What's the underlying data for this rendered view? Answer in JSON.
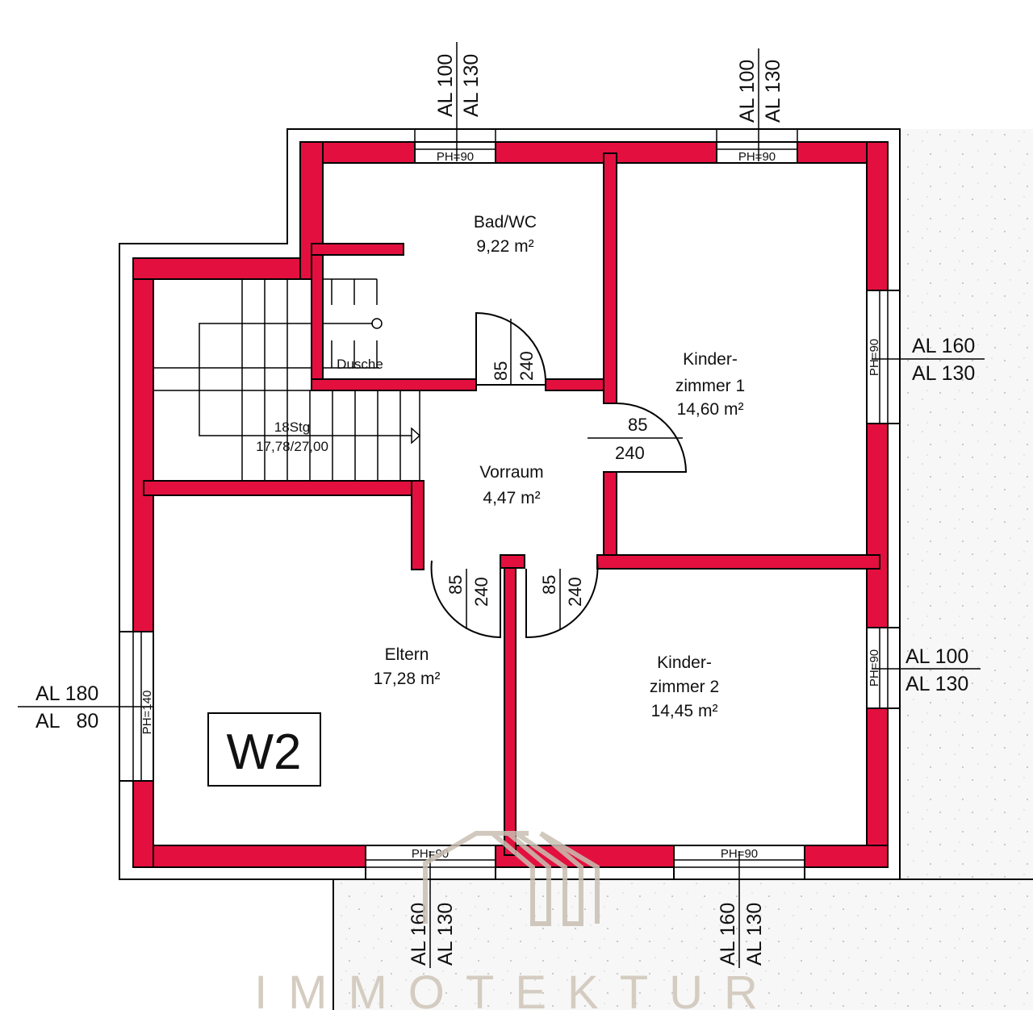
{
  "plan": {
    "unit_label": "W2",
    "colors": {
      "wall": "#e3103f",
      "watermark": "#c9bfb3",
      "terrain": "#f3f3f3"
    },
    "rooms": [
      {
        "name": "Bad/WC",
        "area": "9,22 m²"
      },
      {
        "name_line1": "Kinder-",
        "name_line2": "zimmer 1",
        "area": "14,60 m²"
      },
      {
        "name": "Vorraum",
        "area": "4,47 m²"
      },
      {
        "name": "Eltern",
        "area": "17,28 m²"
      },
      {
        "name_line1": "Kinder-",
        "name_line2": "zimmer 2",
        "area": "14,45 m²"
      }
    ],
    "shower_label": "Dusche",
    "stairs": {
      "steps": "18Stg",
      "dimensions": "17,78/27,00"
    },
    "doors": [
      {
        "width": "85",
        "height": "240"
      },
      {
        "width": "85",
        "height": "240"
      },
      {
        "width": "85",
        "height": "240"
      },
      {
        "width": "85",
        "height": "240"
      }
    ],
    "windows": {
      "top_left": {
        "ph": "PH=90",
        "al_top": "AL 100",
        "al_bottom": "AL 130"
      },
      "top_right": {
        "ph": "PH=90",
        "al_top": "AL 100",
        "al_bottom": "AL 130"
      },
      "right_upper": {
        "ph": "PH=90",
        "al_top": "AL 160",
        "al_bottom": "AL 130"
      },
      "right_lower": {
        "ph": "PH=90",
        "al_top": "AL 100",
        "al_bottom": "AL 130"
      },
      "left": {
        "ph": "PH=140",
        "al_top": "AL 180",
        "al_bottom": "AL   80"
      },
      "bottom_left": {
        "ph": "PH=90",
        "al_top": "AL 160",
        "al_bottom": "AL 130"
      },
      "bottom_right": {
        "ph": "PH=90",
        "al_top": "AL 160",
        "al_bottom": "AL 130"
      }
    },
    "watermark": "IMMOTEKTUR"
  }
}
